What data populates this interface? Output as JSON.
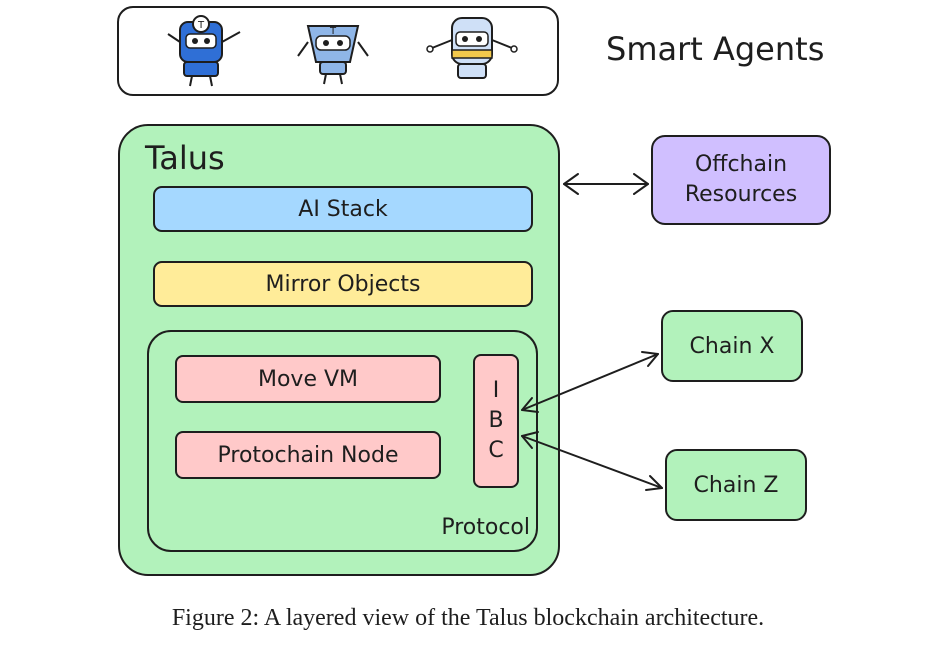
{
  "agents": {
    "title": "Smart Agents",
    "icons": [
      "robot-agent-icon",
      "robot-agent-icon",
      "robot-agent-icon"
    ]
  },
  "talus": {
    "title": "Talus",
    "ai_stack": "AI Stack",
    "mirror_objects": "Mirror Objects",
    "protocol": {
      "label": "Protocol",
      "move_vm": "Move VM",
      "protochain_node": "Protochain Node",
      "ibc": [
        "I",
        "B",
        "C"
      ]
    }
  },
  "external": {
    "offchain_line1": "Offchain",
    "offchain_line2": "Resources",
    "chain_x": "Chain X",
    "chain_z": "Chain Z"
  },
  "caption": "Figure 2: A layered view of the Talus blockchain architecture.",
  "colors": {
    "talus_green": "#b2f2bb",
    "ai_stack_blue": "#a5d8ff",
    "mirror_yellow": "#ffec99",
    "protocol_pink": "#ffc9c9",
    "offchain_purple": "#d0bfff",
    "stroke": "#1e1e1e"
  }
}
